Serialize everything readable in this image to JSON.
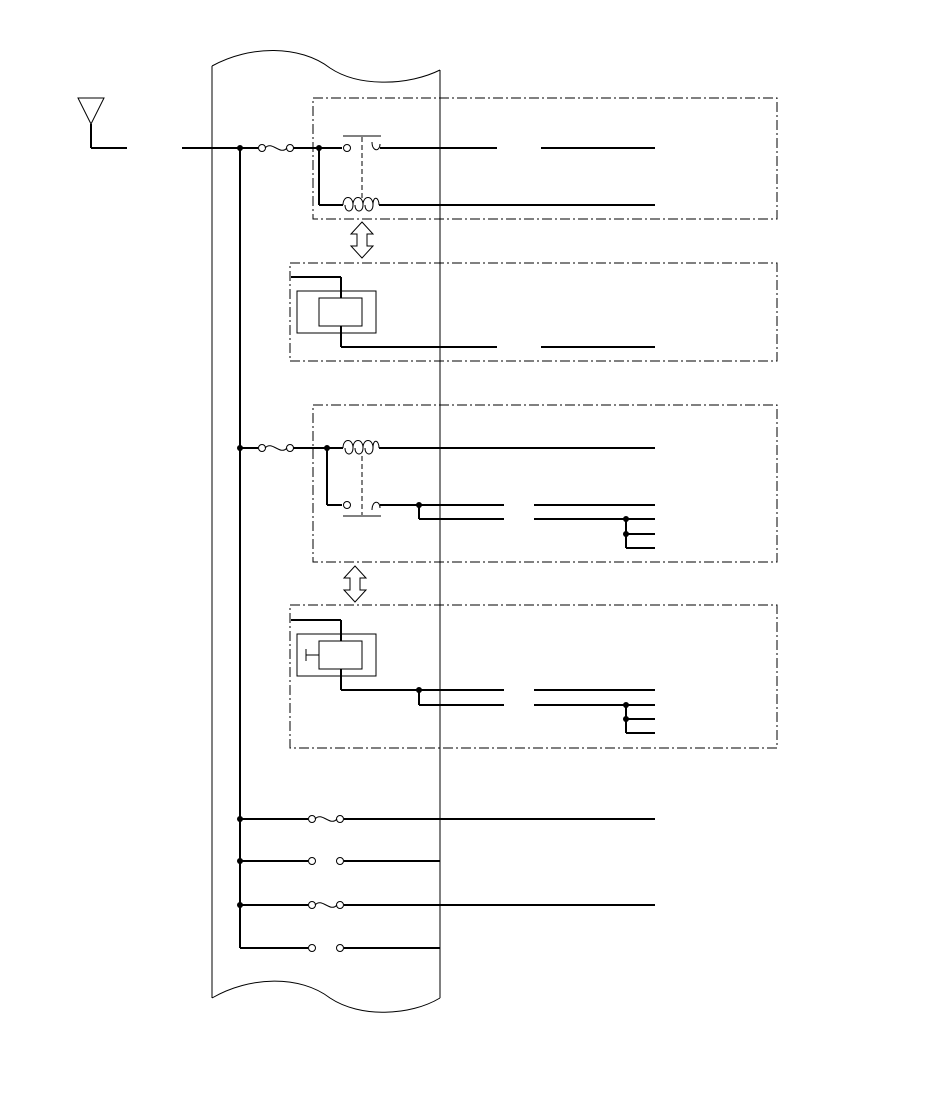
{
  "diagram": {
    "type": "circuit-schematic",
    "colors": {
      "line": "#000000",
      "background": "#ffffff"
    },
    "components": [
      {
        "id": "antenna",
        "kind": "antenna-symbol"
      },
      {
        "id": "harness",
        "kind": "wiring-block"
      },
      {
        "id": "fuse-1",
        "kind": "fuse"
      },
      {
        "id": "relay-1",
        "kind": "relay",
        "parts": [
          "contact",
          "coil"
        ]
      },
      {
        "id": "module-1",
        "kind": "control-unit"
      },
      {
        "id": "fuse-2",
        "kind": "fuse"
      },
      {
        "id": "relay-2",
        "kind": "relay",
        "parts": [
          "coil",
          "contact"
        ]
      },
      {
        "id": "module-2",
        "kind": "control-unit"
      },
      {
        "id": "fuse-3",
        "kind": "fuse"
      },
      {
        "id": "connector-1",
        "kind": "connector"
      },
      {
        "id": "fuse-4",
        "kind": "fuse"
      },
      {
        "id": "connector-2",
        "kind": "connector"
      }
    ]
  }
}
